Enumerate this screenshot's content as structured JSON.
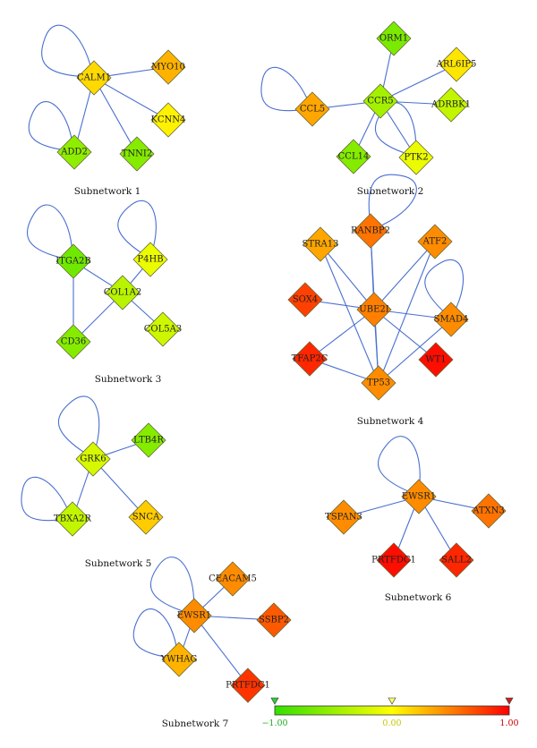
{
  "color_scale": {
    "min_label": "−1.00",
    "mid_label": "0.00",
    "max_label": "1.00",
    "colors": [
      "#33e000",
      "#ffff00",
      "#ff0000"
    ],
    "min_color": "#22aa22",
    "mid_color": "#c8c800",
    "max_color": "#cc0000"
  },
  "subnetworks": [
    {
      "caption": "Subnetwork 1",
      "nodes": [
        {
          "id": "CALM1",
          "label": "CALM1",
          "value": 0.15
        },
        {
          "id": "MYO10",
          "label": "MYO10",
          "value": 0.3
        },
        {
          "id": "KCNN4",
          "label": "KCNN4",
          "value": 0.05
        },
        {
          "id": "ADD2",
          "label": "ADD2",
          "value": -0.55
        },
        {
          "id": "TNNI2",
          "label": "TNNI2",
          "value": -0.6
        }
      ],
      "edges": [
        [
          "CALM1",
          "MYO10"
        ],
        [
          "CALM1",
          "KCNN4"
        ],
        [
          "CALM1",
          "ADD2"
        ],
        [
          "CALM1",
          "TNNI2"
        ]
      ],
      "self_loops": [
        "CALM1",
        "ADD2"
      ]
    },
    {
      "caption": "Subnetwork 2",
      "nodes": [
        {
          "id": "ORM1",
          "label": "ORM1",
          "value": -0.65
        },
        {
          "id": "ARL6IP5",
          "label": "ARL6IP5",
          "value": 0.1
        },
        {
          "id": "CCL5",
          "label": "CCL5",
          "value": 0.35
        },
        {
          "id": "CCR5",
          "label": "CCR5",
          "value": -0.45
        },
        {
          "id": "ADRBK1",
          "label": "ADRBK1",
          "value": -0.3
        },
        {
          "id": "CCL14",
          "label": "CCL14",
          "value": -0.6
        },
        {
          "id": "PTK2",
          "label": "PTK2",
          "value": -0.1
        }
      ],
      "edges": [
        [
          "CCR5",
          "ORM1"
        ],
        [
          "CCR5",
          "ARL6IP5"
        ],
        [
          "CCR5",
          "CCL5"
        ],
        [
          "CCR5",
          "ADRBK1"
        ],
        [
          "CCR5",
          "CCL14"
        ],
        [
          "CCR5",
          "PTK2"
        ]
      ],
      "self_loops": [
        "CCL5",
        "PTK2"
      ]
    },
    {
      "caption": "Subnetwork 3",
      "nodes": [
        {
          "id": "ITGA2B",
          "label": "ITGA2B",
          "value": -0.7
        },
        {
          "id": "P4HB",
          "label": "P4HB",
          "value": -0.1
        },
        {
          "id": "COL1A2",
          "label": "COL1A2",
          "value": -0.35
        },
        {
          "id": "CD36",
          "label": "CD36",
          "value": -0.6
        },
        {
          "id": "COL5A3",
          "label": "COL5A3",
          "value": -0.25
        }
      ],
      "edges": [
        [
          "COL1A2",
          "ITGA2B"
        ],
        [
          "COL1A2",
          "P4HB"
        ],
        [
          "COL1A2",
          "CD36"
        ],
        [
          "COL1A2",
          "COL5A3"
        ],
        [
          "ITGA2B",
          "CD36"
        ]
      ],
      "self_loops": [
        "ITGA2B",
        "P4HB"
      ]
    },
    {
      "caption": "Subnetwork 4",
      "nodes": [
        {
          "id": "RANBP2",
          "label": "RANBP2",
          "value": 0.55
        },
        {
          "id": "STRA13",
          "label": "STRA13",
          "value": 0.35
        },
        {
          "id": "ATF2",
          "label": "ATF2",
          "value": 0.45
        },
        {
          "id": "SOX4",
          "label": "SOX4",
          "value": 0.75
        },
        {
          "id": "UBE2I",
          "label": "UBE2I",
          "value": 0.5
        },
        {
          "id": "SMAD4",
          "label": "SMAD4",
          "value": 0.45
        },
        {
          "id": "TFAP2C",
          "label": "TFAP2C",
          "value": 0.85
        },
        {
          "id": "WT1",
          "label": "WT1",
          "value": 0.95
        },
        {
          "id": "TP53",
          "label": "TP53",
          "value": 0.45
        }
      ],
      "edges": [
        [
          "UBE2I",
          "RANBP2"
        ],
        [
          "UBE2I",
          "STRA13"
        ],
        [
          "UBE2I",
          "ATF2"
        ],
        [
          "UBE2I",
          "SOX4"
        ],
        [
          "UBE2I",
          "SMAD4"
        ],
        [
          "UBE2I",
          "TFAP2C"
        ],
        [
          "UBE2I",
          "WT1"
        ],
        [
          "UBE2I",
          "TP53"
        ],
        [
          "STRA13",
          "TP53"
        ],
        [
          "RANBP2",
          "TP53"
        ],
        [
          "ATF2",
          "TP53"
        ],
        [
          "TFAP2C",
          "TP53"
        ],
        [
          "SMAD4",
          "TP53"
        ]
      ],
      "self_loops": [
        "RANBP2",
        "SMAD4"
      ]
    },
    {
      "caption": "Subnetwork 5",
      "nodes": [
        {
          "id": "GRK6",
          "label": "GRK6",
          "value": -0.2
        },
        {
          "id": "LTB4R",
          "label": "LTB4R",
          "value": -0.6
        },
        {
          "id": "TBXA2R",
          "label": "TBXA2R",
          "value": -0.3
        },
        {
          "id": "SNCA",
          "label": "SNCA",
          "value": 0.2
        }
      ],
      "edges": [
        [
          "GRK6",
          "LTB4R"
        ],
        [
          "GRK6",
          "TBXA2R"
        ],
        [
          "GRK6",
          "SNCA"
        ]
      ],
      "self_loops": [
        "GRK6",
        "TBXA2R"
      ]
    },
    {
      "caption": "Subnetwork 6",
      "nodes": [
        {
          "id": "EWSR1",
          "label": "EWSR1",
          "value": 0.45
        },
        {
          "id": "TSPAN3",
          "label": "TSPAN3",
          "value": 0.45
        },
        {
          "id": "ATXN3",
          "label": "ATXN3",
          "value": 0.55
        },
        {
          "id": "PRTFDC1",
          "label": "PRTFDC1",
          "value": 0.95
        },
        {
          "id": "SALL2",
          "label": "SALL2",
          "value": 0.85
        }
      ],
      "edges": [
        [
          "EWSR1",
          "TSPAN3"
        ],
        [
          "EWSR1",
          "ATXN3"
        ],
        [
          "EWSR1",
          "PRTFDC1"
        ],
        [
          "EWSR1",
          "SALL2"
        ]
      ],
      "self_loops": [
        "EWSR1"
      ]
    },
    {
      "caption": "Subnetwork 7",
      "nodes": [
        {
          "id": "CEACAM5",
          "label": "CEACAM5",
          "value": 0.45
        },
        {
          "id": "EWSR1",
          "label": "EWSR1",
          "value": 0.45
        },
        {
          "id": "SSBP2",
          "label": "SSBP2",
          "value": 0.65
        },
        {
          "id": "YWHAG",
          "label": "YWHAG",
          "value": 0.3
        },
        {
          "id": "PRTFDC1",
          "label": "PRTFDC1",
          "value": 0.8
        }
      ],
      "edges": [
        [
          "EWSR1",
          "CEACAM5"
        ],
        [
          "EWSR1",
          "SSBP2"
        ],
        [
          "EWSR1",
          "YWHAG"
        ],
        [
          "EWSR1",
          "PRTFDC1"
        ]
      ],
      "self_loops": [
        "EWSR1",
        "YWHAG"
      ]
    }
  ]
}
